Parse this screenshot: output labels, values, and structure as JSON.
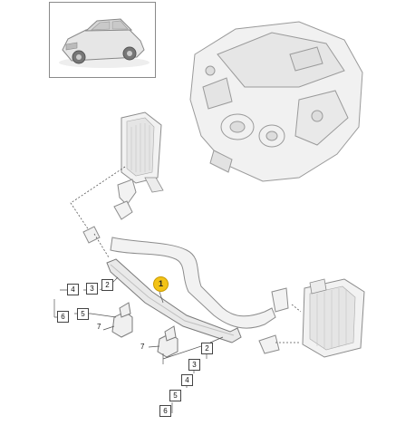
{
  "inset": {
    "icon": "car-suv-icon"
  },
  "main_part": {
    "label": "1",
    "highlight_color": "#f3c316"
  },
  "callouts_left": {
    "c2": "2",
    "c3": "3",
    "c4": "4",
    "c5": "5",
    "c6": "6",
    "c7": "7"
  },
  "callouts_bottom": {
    "c2": "2",
    "c3": "3",
    "c4": "4",
    "c5": "5",
    "c6": "6",
    "c7": "7"
  },
  "colors": {
    "line": "#555555",
    "part_fill": "#f2f2f2",
    "part_stroke": "#8c8c8c"
  }
}
